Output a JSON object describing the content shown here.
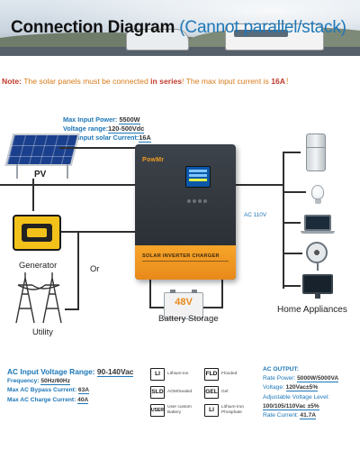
{
  "header": {
    "title_main": "Connection Diagram",
    "title_sub": "(Cannot parallel/stack)"
  },
  "note": {
    "label": "Note:",
    "text_1": " The solar panels must be connected ",
    "em_1": "in series",
    "text_2": "! The max input current is ",
    "em_2": "16A",
    "text_3": "！"
  },
  "pv_specs": {
    "power_label": "Max Input Power: ",
    "power_value": "5500W",
    "voltage_label": "Voltage range:",
    "voltage_value": "120-500Vdc",
    "current_label": "Max input solar Current:",
    "current_value": "16A"
  },
  "labels": {
    "pv": "PV",
    "generator": "Generator",
    "or": "Or",
    "utility": "Utility",
    "battery_storage": "Battery Storage",
    "battery_voltage": "48V",
    "home_appliances": "Home Appliances",
    "ac_110v": "AC 110V"
  },
  "inverter": {
    "brand": "PowMr",
    "model_text": "SOLAR INVERTER CHARGER"
  },
  "ac_input": {
    "voltage_label": "AC Input Voltage Range: ",
    "voltage_value": "90-140Vac",
    "frequency_label": "Frequency: ",
    "frequency_value": "50Hz/60Hz",
    "bypass_label": "Max AC Bypass Current: ",
    "bypass_value": "63A",
    "charge_label": "Max AC Charge Current: ",
    "charge_value": "40A"
  },
  "battery_types": [
    {
      "code": "LI",
      "desc": "Lithium-ion"
    },
    {
      "code": "FLD",
      "desc": "Flooded"
    },
    {
      "code": "SLD",
      "desc": "AGM/Sealed"
    },
    {
      "code": "GEL",
      "desc": "Gel"
    },
    {
      "code": "USER",
      "desc": "User custom Battery"
    },
    {
      "code": "LI",
      "desc": "Lithium-iron Phosphate"
    }
  ],
  "ac_output": {
    "heading": "AC OUTPUT:",
    "rate_power_label": "Rate Power: ",
    "rate_power_value": "5000W/5000VA",
    "voltage_label": "Voltage: ",
    "voltage_value": "120Vac±5%",
    "adjustable_label": "Adjustable Voltage Level:",
    "adjustable_value": "100/105/110Vac ±5%",
    "rate_current_label": "Rate Current: ",
    "rate_current_value": "41.7A"
  },
  "colors": {
    "accent_blue": "#1d77b8",
    "brand_orange": "#e8891a",
    "warning_red": "#c0392b"
  }
}
